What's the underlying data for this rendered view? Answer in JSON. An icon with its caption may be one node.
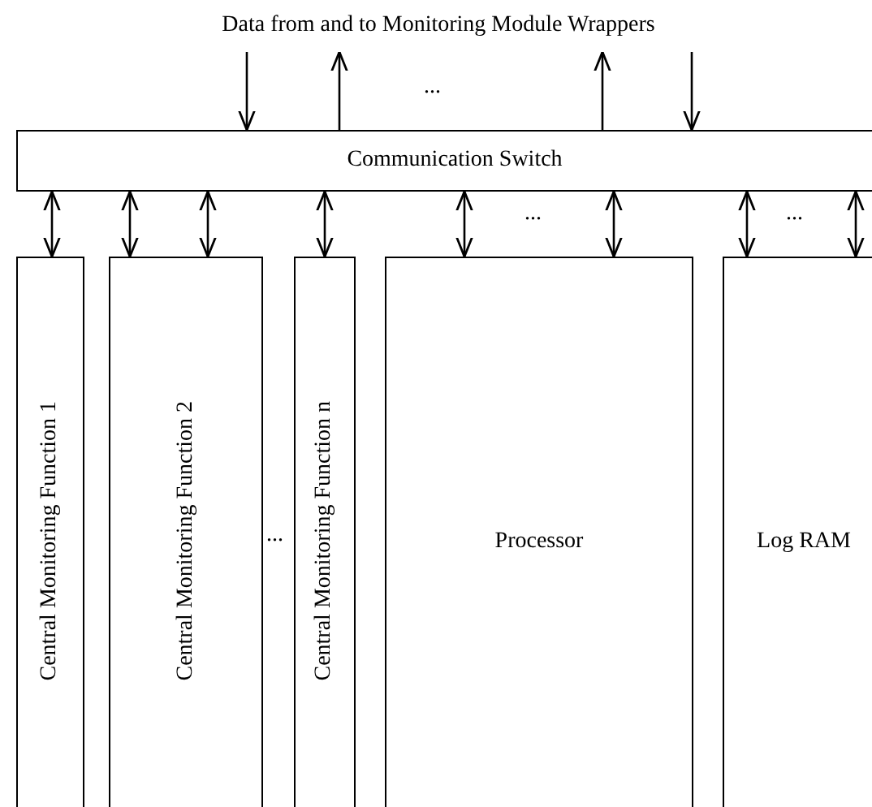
{
  "diagram": {
    "nodes": [
      {
        "text": [
          "Communication Switch"
        ]
      },
      {
        "text": [
          "Central Monitoring Function 1"
        ]
      },
      {
        "text": [
          "Central Monitoring Function 2"
        ]
      },
      {
        "text": [
          "Central Monitoring Function n"
        ]
      },
      {
        "text": [
          "Processor"
        ]
      },
      {
        "text": [
          "Log RAM"
        ]
      },
      {
        "text": [
          "Data from and to Monitoring Module Wrappers"
        ]
      }
    ],
    "edges": [
      {
        "from": 6,
        "to": 0,
        "arrow": "to"
      },
      {
        "from": 0,
        "to": 6,
        "arrow": "to"
      },
      {
        "from": 0,
        "to": 6,
        "arrow": "to"
      },
      {
        "from": 6,
        "to": 0,
        "arrow": "to"
      },
      {
        "from": 0,
        "to": 1,
        "arrow": "both"
      },
      {
        "from": 0,
        "to": 2,
        "arrow": "both"
      },
      {
        "from": 0,
        "to": 2,
        "arrow": "both"
      },
      {
        "from": 0,
        "to": 3,
        "arrow": "both"
      },
      {
        "from": 0,
        "to": 4,
        "arrow": "both"
      },
      {
        "from": 0,
        "to": 4,
        "arrow": "both"
      },
      {
        "from": 0,
        "to": 5,
        "arrow": "both"
      },
      {
        "from": 0,
        "to": 5,
        "arrow": "both"
      }
    ],
    "labels": [
      "...",
      "...",
      "...",
      "..."
    ]
  }
}
